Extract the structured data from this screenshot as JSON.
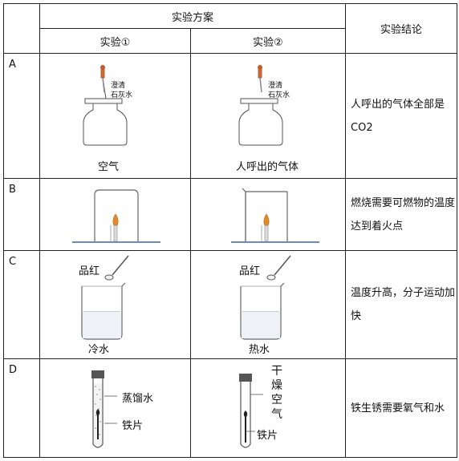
{
  "header": {
    "plan": "实验方案",
    "exp1": "实验①",
    "exp2": "实验②",
    "conclusion": "实验结论"
  },
  "rows": [
    {
      "label": "A",
      "exp1_caption": "空气",
      "exp2_caption": "人呼出的气体",
      "dropper_text_1": "澄清",
      "dropper_text_2": "石灰水",
      "conclusion": "人呼出的气体全部是CO2"
    },
    {
      "label": "B",
      "conclusion": "燃烧需要可燃物的温度达到着火点"
    },
    {
      "label": "C",
      "exp1_label": "品红",
      "exp2_label": "品红",
      "exp1_caption": "冷水",
      "exp2_caption": "热水",
      "conclusion": "温度升高，分子运动加快"
    },
    {
      "label": "D",
      "exp1_water": "蒸馏水",
      "exp1_iron": "铁片",
      "exp2_air": "干燥空气",
      "exp2_iron": "铁片",
      "conclusion": "铁生锈需要氧气和水"
    }
  ]
}
